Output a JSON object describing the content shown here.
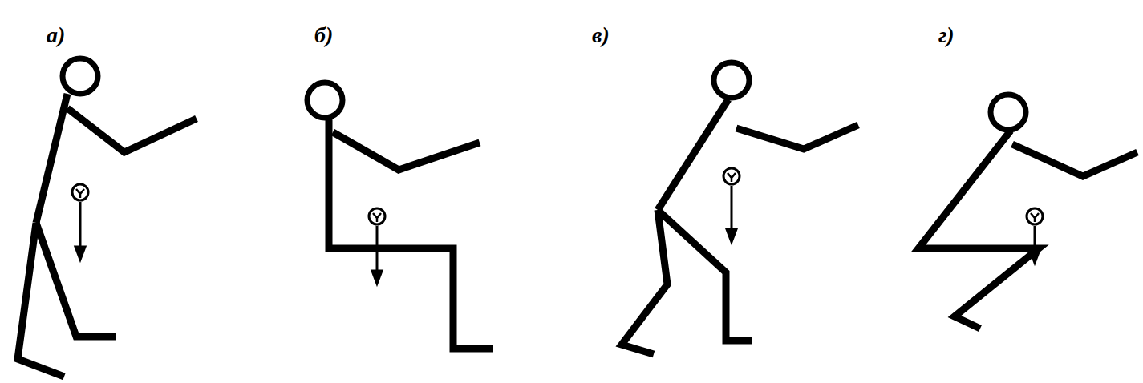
{
  "diagram": {
    "labels": [
      "а)",
      "б)",
      "в)",
      "г)"
    ]
  }
}
